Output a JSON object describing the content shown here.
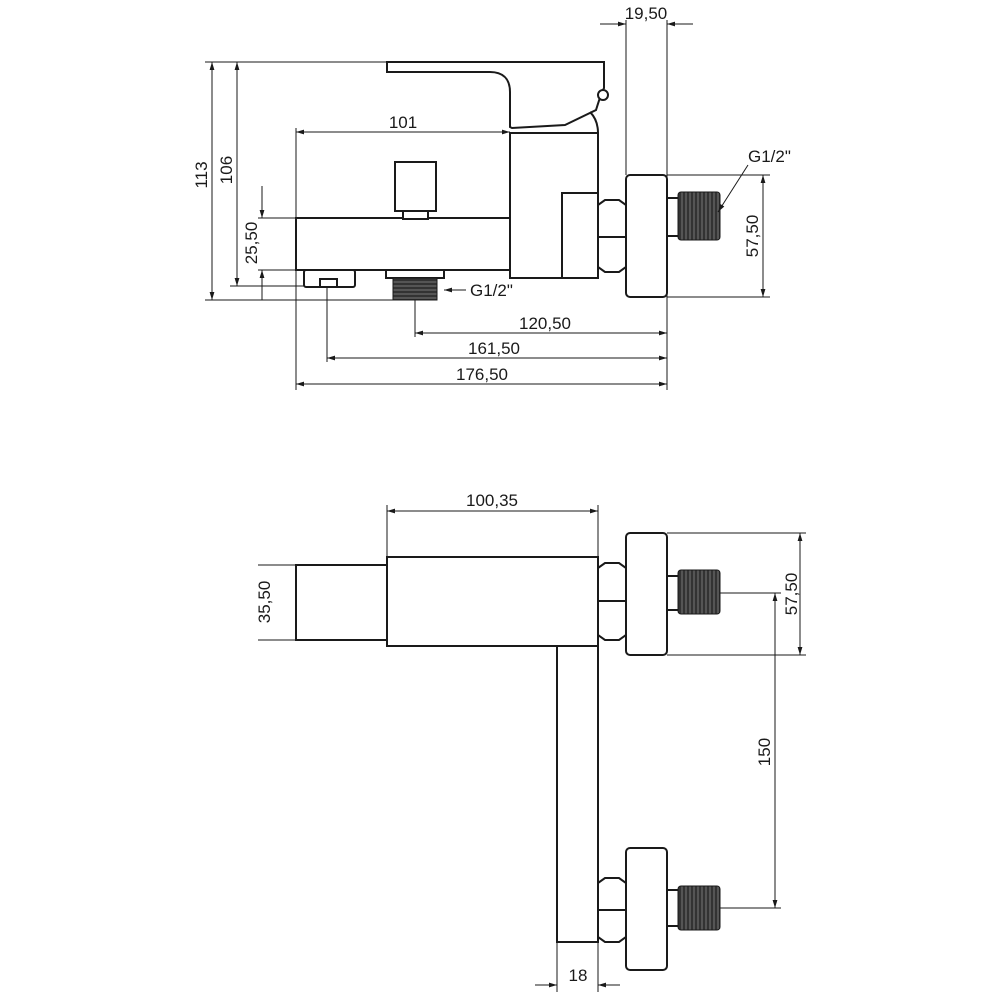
{
  "side_view": {
    "dim_wall_offset": "19,50",
    "dim_total_height": "113",
    "dim_height_to_aerator": "106",
    "dim_spout_height": "25,50",
    "dim_spout_length": "101",
    "dim_outlet_distance": "120,50",
    "dim_aerator_distance": "161,50",
    "dim_total_length": "176,50",
    "dim_flange_diameter": "57,50",
    "thread_label_inlet": "G1/2\"",
    "thread_label_outlet": "G1/2\""
  },
  "top_view": {
    "dim_body_length": "100,35",
    "dim_spout_width": "35,50",
    "dim_flange_diameter": "57,50",
    "dim_inlet_spacing": "150",
    "dim_pipe_width": "18"
  }
}
